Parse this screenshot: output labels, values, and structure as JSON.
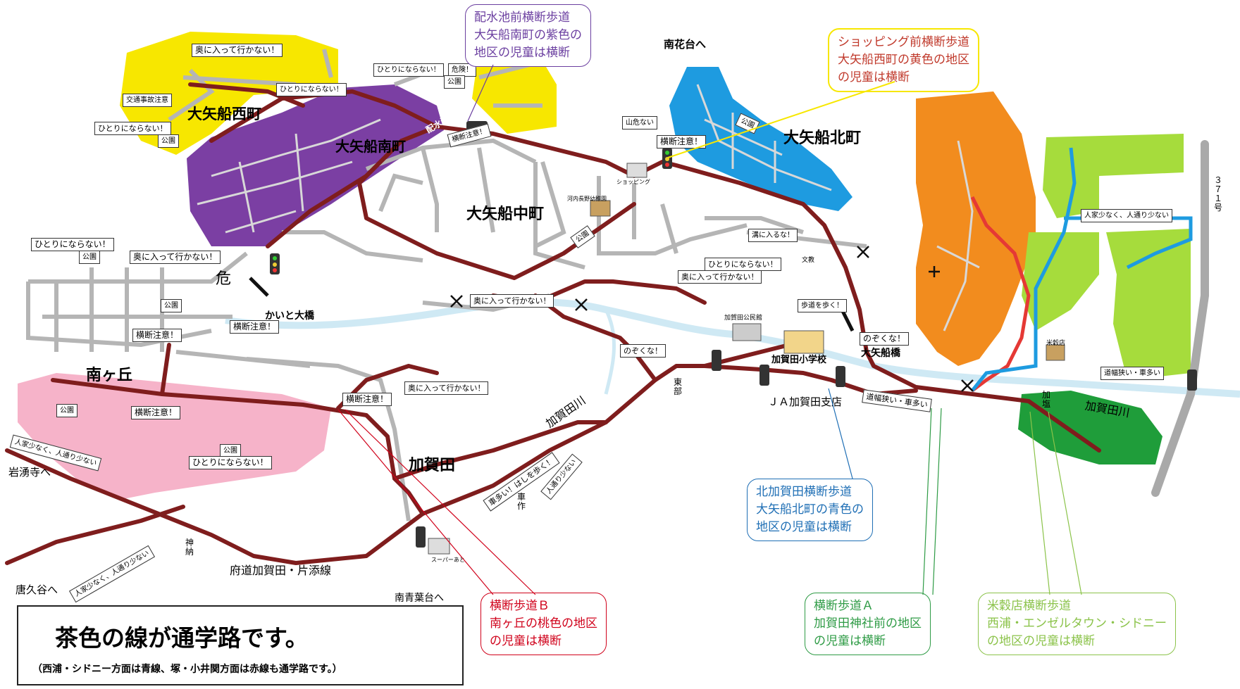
{
  "callouts": {
    "haisuichi": {
      "line1": "配水池前横断歩道",
      "line2": "大矢船南町の紫色の",
      "line3": "地区の児童は横断",
      "color": "#6b3fa0"
    },
    "shopping": {
      "line1": "ショッピング前横断歩道",
      "line2": "大矢船西町の黄色の地区",
      "line3": "の児童は横断",
      "color": "#c0392b"
    },
    "kitakagata": {
      "line1": "北加賀田横断歩道",
      "line2": "大矢船北町の青色の",
      "line3": "地区の児童は横断",
      "color": "#1f6fb5"
    },
    "hodoB": {
      "line1": "横断歩道Ｂ",
      "line2": "南ヶ丘の桃色の地区",
      "line3": "の児童は横断",
      "color": "#d0021b"
    },
    "hodoA": {
      "line1": "横断歩道Ａ",
      "line2": "加賀田神社前の地区",
      "line3": "の児童は横断",
      "color": "#2e9b45"
    },
    "beikoku": {
      "line1": "米穀店横断歩道",
      "line2": "西浦・エンゼルタウン・シドニー",
      "line3": "の地区の児童は横断",
      "color": "#8bc34a"
    }
  },
  "areas": {
    "nishi": "大矢船西町",
    "minami": "大矢船南町",
    "naka": "大矢船中町",
    "kita": "大矢船北町",
    "minamigaoka": "南ヶ丘",
    "kagata": "加賀田",
    "kagatagawa1": "加賀田川",
    "kagatagawa2": "加賀田川"
  },
  "roads": {
    "fudo": "府道加賀田・片添線",
    "iwawakiji": "岩湧寺へ",
    "karakudani": "唐久谷へ",
    "minamiaoba": "南青葉台へ",
    "minamihanadai": "南花台へ",
    "r371": "３７１号"
  },
  "places": {
    "kaitoOhashi": "かいと大橋",
    "ooyafunebashi": "大矢船橋",
    "kagataShogakko": "加賀田小学校",
    "ja": "ＪＡ加賀田支店",
    "kouminkan": "加賀田公民館",
    "kawachinagano": "河内長野幼稚園",
    "shopping": "ショッピング",
    "super": "スーパーあと",
    "beikokuten": "米穀店",
    "haisuichi": "配水池",
    "bunkyo": "文教",
    "danger": "危"
  },
  "vertical": {
    "jinja": "神納",
    "tobu": "東部",
    "shako": "車作",
    "kanbe": "加塩"
  },
  "warnings": {
    "w1": "奥に入って行かない！",
    "w2": "ひとりにならない！",
    "w3": "ひとりにならない！",
    "w4": "危険！",
    "w5": "公園",
    "w6": "交通事故注意",
    "w7": "ひとりにならない！",
    "w8": "公園",
    "w9": "横断注意！",
    "w10": "山危ない",
    "w11": "横断注意！",
    "w12": "公園",
    "w13": "溝に入るな！",
    "w14": "ひとりにならない！",
    "w15": "奥に入って行かない！",
    "w16": "ひとりにならない！",
    "w17": "公園",
    "w18": "奥に入って行かない！",
    "w19": "公園",
    "w20": "横断注意！",
    "w21": "横断注意！",
    "w22": "奥に入って行かない！",
    "w23": "公園",
    "w24": "歩道を歩く！",
    "w25": "のぞくな！",
    "w26": "のぞくな！",
    "w27": "公園",
    "w28": "横断注意！",
    "w29": "横断注意！",
    "w30": "奥に入って行かない！",
    "w31": "公園",
    "w32": "ひとりにならない！",
    "w33": "人家少なく、人通り少ない",
    "w34": "人家少なく、人通り少ない",
    "w35": "車多い！はしを歩く！",
    "w36": "人通り少ない",
    "w37": "道幅狭い・車多い",
    "w38": "人家少なく、人通り少ない",
    "w39": "道幅狭い・車多い"
  },
  "legend": {
    "title": "茶色の線が通学路です。",
    "note": "（西浦・シドニー方面は青線、塚・小井関方面は赤線も通学路です。）"
  },
  "colors": {
    "route": "#7f1d1d",
    "purple": "#7b3fa3",
    "yellow": "#f7e700",
    "blue": "#1e9be0",
    "pink": "#f6b3c9",
    "orange": "#f28c1e",
    "lime": "#a6dc3c",
    "green": "#1f9d3a",
    "river": "#cde8f3",
    "street": "#b5b5b5"
  }
}
